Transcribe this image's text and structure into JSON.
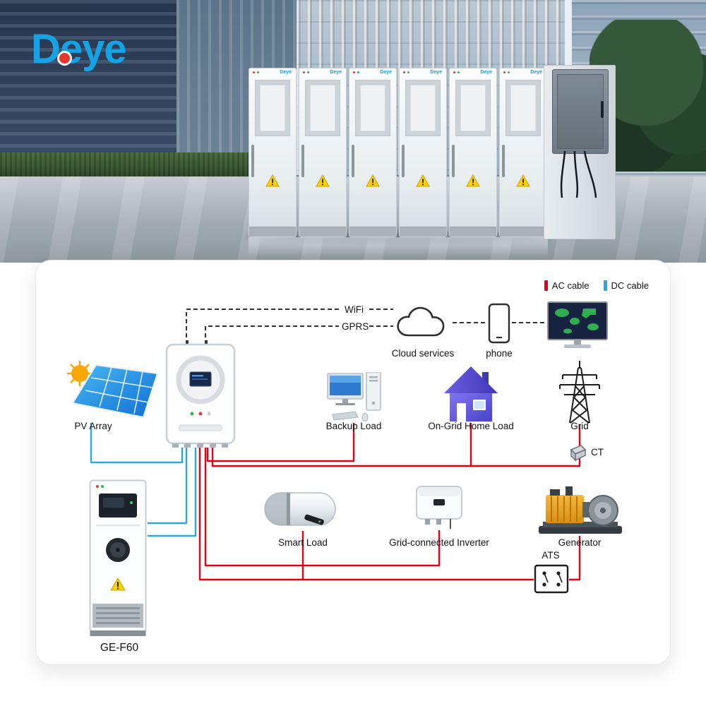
{
  "brand": {
    "logo": "Deye"
  },
  "hero": {
    "cabinet_brand": "Deye"
  },
  "diagram": {
    "legend": {
      "ac_label": "AC cable",
      "dc_label": "DC cable"
    },
    "colors": {
      "ac": "#e60012",
      "dc": "#29a8e0",
      "signal": "#333333"
    },
    "labels": {
      "wifi": "WiFi",
      "gprs": "GPRS",
      "cloud": "Cloud services",
      "phone": "phone",
      "pv": "PV Array",
      "backup": "Backup Load",
      "home": "On-Grid Home Load",
      "grid": "Grid",
      "ct": "CT",
      "smart": "Smart Load",
      "gci": "Grid-connected Inverter",
      "generator": "Generator",
      "ats": "ATS",
      "battery": "GE-F60"
    },
    "connections": [
      {
        "from": "hybrid-inverter",
        "to": "wifi",
        "type": "signal"
      },
      {
        "from": "hybrid-inverter",
        "to": "gprs",
        "type": "signal"
      },
      {
        "from": "wifi-gprs",
        "to": "cloud-services",
        "type": "signal"
      },
      {
        "from": "cloud-services",
        "to": "phone",
        "type": "signal"
      },
      {
        "from": "phone",
        "to": "monitor",
        "type": "signal"
      },
      {
        "from": "pv-array",
        "to": "hybrid-inverter",
        "type": "dc"
      },
      {
        "from": "hybrid-inverter",
        "to": "ge-f60-battery",
        "type": "dc"
      },
      {
        "from": "hybrid-inverter",
        "to": "backup-load",
        "type": "ac"
      },
      {
        "from": "hybrid-inverter",
        "to": "on-grid-home-load",
        "type": "ac"
      },
      {
        "from": "hybrid-inverter",
        "to": "grid",
        "type": "ac"
      },
      {
        "from": "hybrid-inverter",
        "to": "smart-load",
        "type": "ac"
      },
      {
        "from": "hybrid-inverter",
        "to": "grid-connected-inverter",
        "type": "ac"
      },
      {
        "from": "hybrid-inverter",
        "to": "ats",
        "type": "ac"
      },
      {
        "from": "generator",
        "to": "ats",
        "type": "ac"
      },
      {
        "from": "ct",
        "to": "grid-line",
        "type": "sensor"
      }
    ]
  }
}
